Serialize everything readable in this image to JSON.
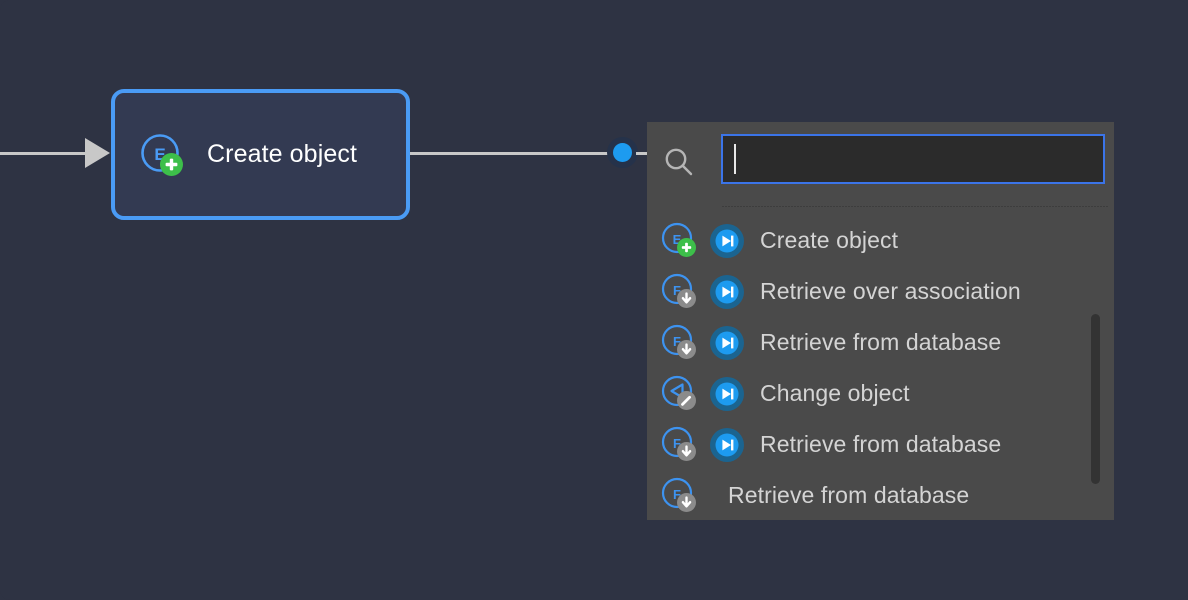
{
  "canvas": {
    "background_color": "#2e3343",
    "connector_color": "#c8c8c8",
    "accent_color": "#1d9bf0"
  },
  "node": {
    "label": "Create object",
    "icon": "entity-create-icon",
    "border_color": "#4a9bf5",
    "fill_color": "#333a52",
    "incoming_connector": "arrow-in",
    "outgoing_connector": "connector-dot"
  },
  "dropdown": {
    "panel_color": "#4a4a4a",
    "search": {
      "icon": "search-icon",
      "value": "",
      "placeholder": "",
      "border_color": "#3b74e8",
      "fill_color": "#2b2b2b"
    },
    "items": [
      {
        "label": "Create object",
        "icon": "entity-create-icon",
        "action_icon": "microflow-action-icon"
      },
      {
        "label": "Retrieve over association",
        "icon": "entity-retrieve-icon",
        "action_icon": "microflow-action-icon"
      },
      {
        "label": "Retrieve from database",
        "icon": "entity-retrieve-icon",
        "action_icon": "microflow-action-icon"
      },
      {
        "label": "Change object",
        "icon": "entity-change-icon",
        "action_icon": "microflow-action-icon"
      },
      {
        "label": "Retrieve from database",
        "icon": "entity-retrieve-icon",
        "action_icon": "microflow-action-icon"
      },
      {
        "label": "Retrieve from database",
        "icon": "entity-retrieve-icon",
        "action_icon": null
      }
    ],
    "scrollbar": {
      "thumb_color": "#333333",
      "visible": true
    }
  }
}
